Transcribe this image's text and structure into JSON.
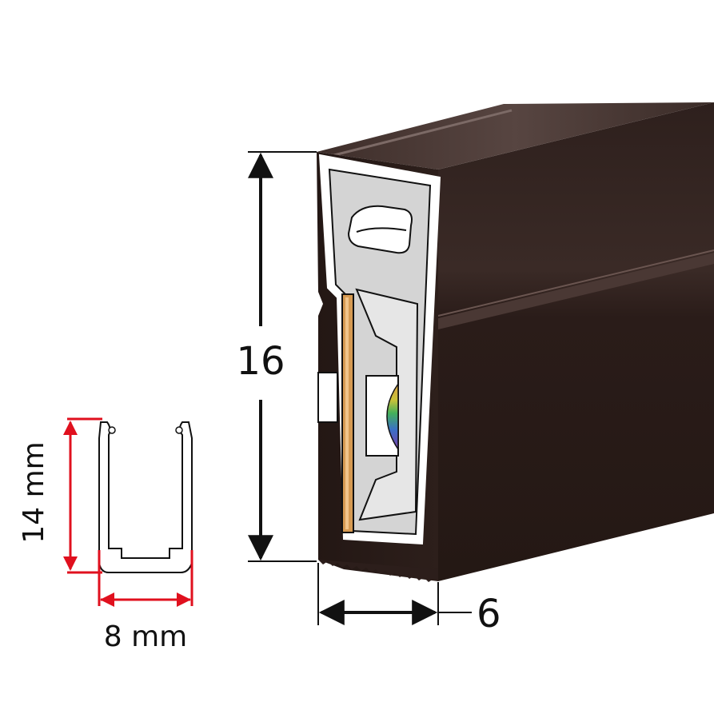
{
  "profile": {
    "height_label": "16",
    "width_label": "6",
    "body_color": "#2a1c19",
    "dimension_line_color": "#111111"
  },
  "channel": {
    "height_label": "14 mm",
    "width_label": "8 mm",
    "dimension_color": "#e0101e"
  }
}
